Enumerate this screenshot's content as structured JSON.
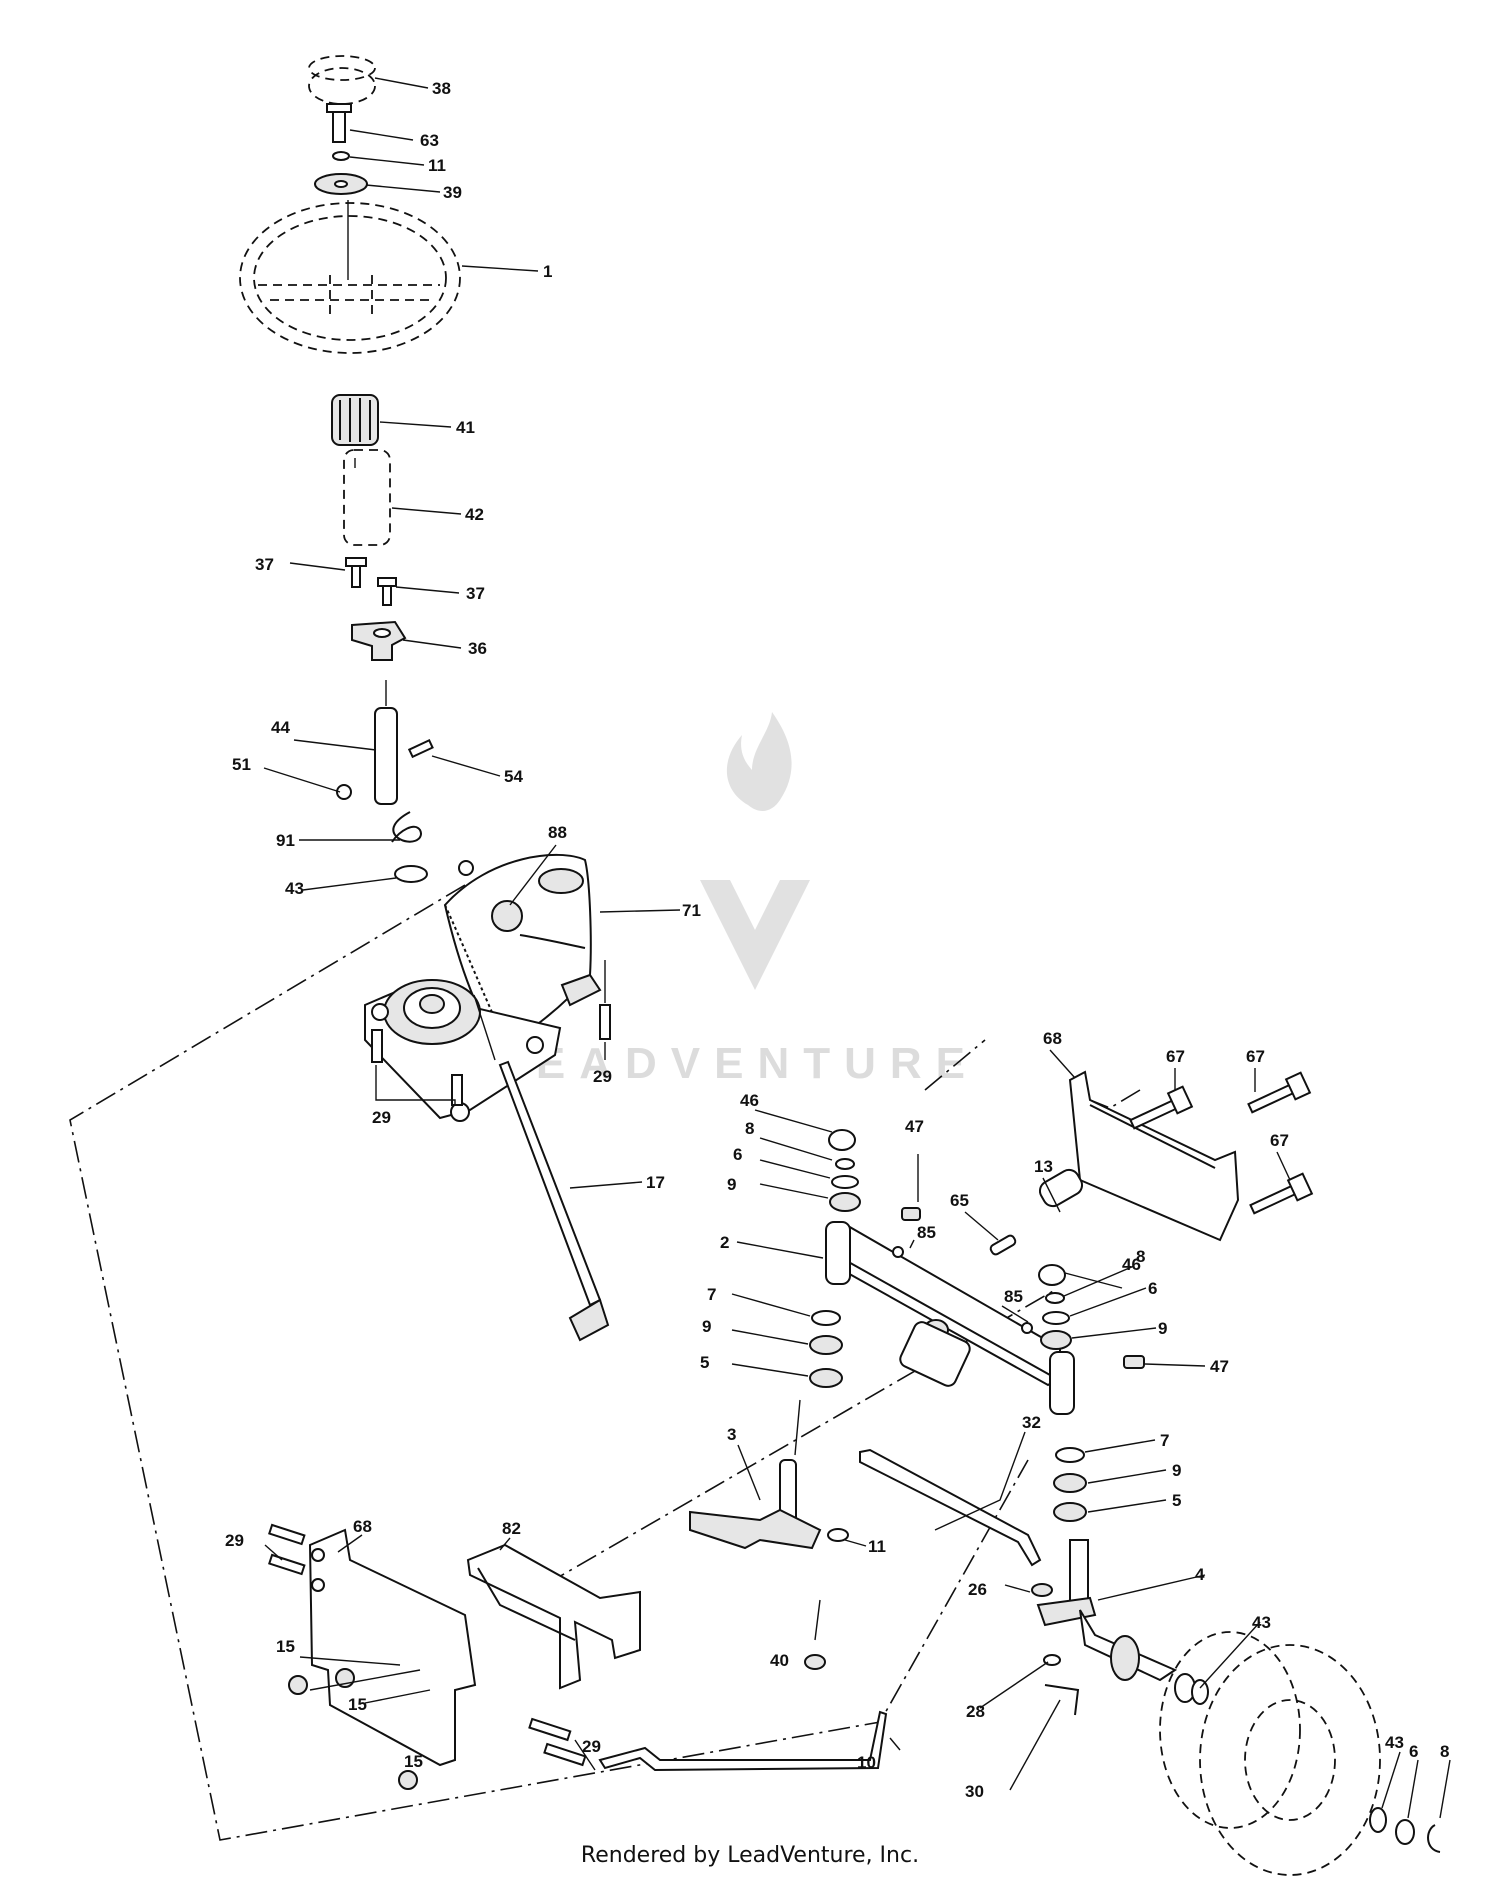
{
  "watermark": {
    "text": "LEADVENTURE"
  },
  "footer": {
    "text": "Rendered by LeadVenture, Inc."
  },
  "callouts": [
    "38",
    "63",
    "11",
    "39",
    "1",
    "41",
    "42",
    "37",
    "37",
    "36",
    "44",
    "54",
    "51",
    "91",
    "88",
    "43",
    "71",
    "29",
    "29",
    "17",
    "68",
    "67",
    "67",
    "67",
    "46",
    "47",
    "8",
    "6",
    "9",
    "13",
    "65",
    "85",
    "2",
    "46",
    "8",
    "6",
    "9",
    "85",
    "7",
    "9",
    "5",
    "47",
    "7",
    "9",
    "5",
    "3",
    "32",
    "11",
    "68",
    "82",
    "29",
    "15",
    "15",
    "29",
    "15",
    "40",
    "10",
    "26",
    "4",
    "43",
    "28",
    "30",
    "43",
    "6",
    "8"
  ]
}
